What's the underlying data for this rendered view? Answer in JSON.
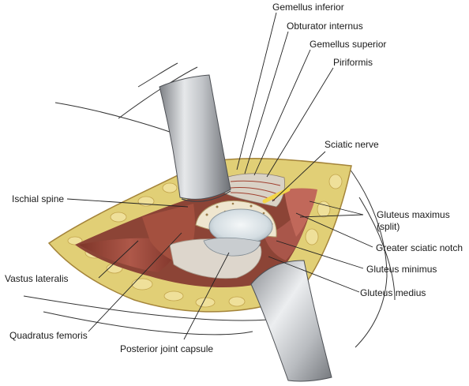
{
  "labels": {
    "gemellus_inferior": "Gemellus inferior",
    "obturator_internus": "Obturator internus",
    "gemellus_superior": "Gemellus superior",
    "piriformis": "Piriformis",
    "sciatic_nerve": "Sciatic nerve",
    "ischial_spine": "Ischial spine",
    "gluteus_maximus": "Gluteus maximus",
    "gluteus_maximus_sub": "(split)",
    "greater_sciatic_notch": "Greater sciatic notch",
    "gluteus_minimus": "Gluteus minimus",
    "vastus_lateralis": "Vastus lateralis",
    "gluteus_medius": "Gluteus medius",
    "quadratus_femoris": "Quadratus femoris",
    "posterior_joint_capsule": "Posterior joint capsule"
  },
  "colors": {
    "fat": "#e3d27a",
    "skin_edge": "#c9a94e",
    "muscle": "#9c4a3c",
    "muscle_dark": "#6e2b22",
    "tendon": "#d8d2c8",
    "bone": "#f0ead8",
    "head": "#dfe6ea",
    "retractor": "#b5b8bc"
  }
}
